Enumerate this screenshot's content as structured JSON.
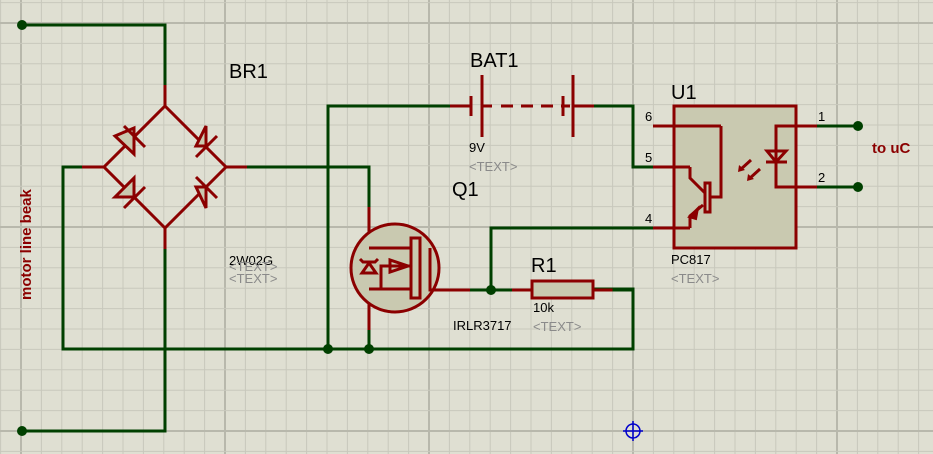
{
  "schematic": {
    "colors": {
      "background": "#dfdfd2",
      "grid_minor": "#c8c8bc",
      "grid_major": "#b8b8ac",
      "wire": "#004000",
      "component": "#8b0000",
      "component_fill": "#c9c9b0",
      "placeholder": "#8a8a8a",
      "origin_marker": "#0000cc"
    },
    "labels": {
      "motor_line": "motor line beak",
      "to_uc": "to uC"
    },
    "components": {
      "br1": {
        "ref": "BR1",
        "value": "2W02G",
        "text": "<TEXT>"
      },
      "bat1": {
        "ref": "BAT1",
        "value": "9V",
        "text": "<TEXT>"
      },
      "q1": {
        "ref": "Q1",
        "value": "IRLR3717",
        "text": "<TEXT>"
      },
      "r1": {
        "ref": "R1",
        "value": "10k",
        "text": "<TEXT>"
      },
      "u1": {
        "ref": "U1",
        "value": "PC817",
        "text": "<TEXT>",
        "pins": [
          "1",
          "2",
          "4",
          "5",
          "6"
        ]
      }
    }
  }
}
